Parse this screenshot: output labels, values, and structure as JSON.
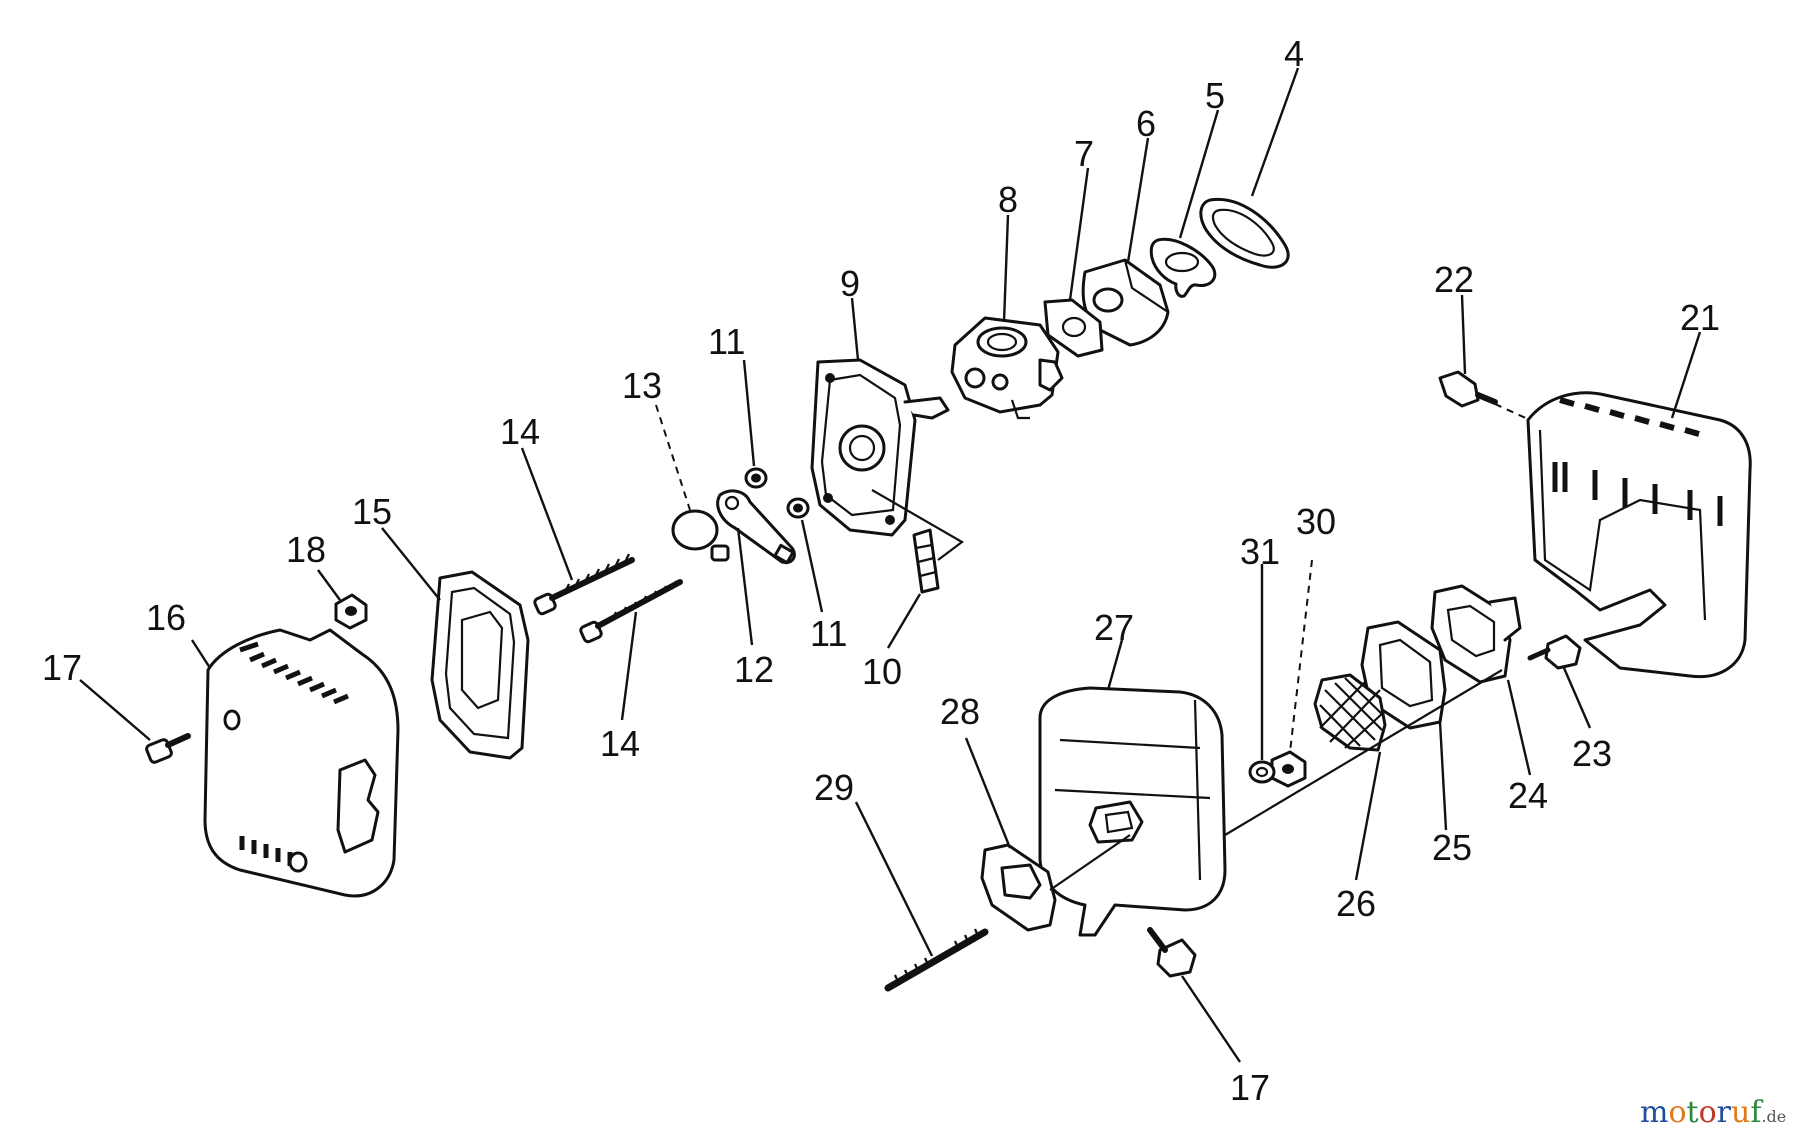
{
  "callouts": [
    {
      "id": "4",
      "text": "4"
    },
    {
      "id": "5",
      "text": "5"
    },
    {
      "id": "6",
      "text": "6"
    },
    {
      "id": "7",
      "text": "7"
    },
    {
      "id": "8",
      "text": "8"
    },
    {
      "id": "9",
      "text": "9"
    },
    {
      "id": "10",
      "text": "10"
    },
    {
      "id": "11a",
      "text": "11"
    },
    {
      "id": "11b",
      "text": "11"
    },
    {
      "id": "12",
      "text": "12"
    },
    {
      "id": "13",
      "text": "13"
    },
    {
      "id": "14a",
      "text": "14"
    },
    {
      "id": "14b",
      "text": "14"
    },
    {
      "id": "15",
      "text": "15"
    },
    {
      "id": "16",
      "text": "16"
    },
    {
      "id": "17a",
      "text": "17"
    },
    {
      "id": "17b",
      "text": "17"
    },
    {
      "id": "18",
      "text": "18"
    },
    {
      "id": "21",
      "text": "21"
    },
    {
      "id": "22",
      "text": "22"
    },
    {
      "id": "23",
      "text": "23"
    },
    {
      "id": "24",
      "text": "24"
    },
    {
      "id": "25",
      "text": "25"
    },
    {
      "id": "26",
      "text": "26"
    },
    {
      "id": "27",
      "text": "27"
    },
    {
      "id": "28",
      "text": "28"
    },
    {
      "id": "29",
      "text": "29"
    },
    {
      "id": "30",
      "text": "30"
    },
    {
      "id": "31",
      "text": "31"
    }
  ],
  "watermark": {
    "letters": [
      "m",
      "o",
      "t",
      "o",
      "r",
      "u",
      "f"
    ],
    "suffix": ".de",
    "colors": [
      "#1f4e9c",
      "#e07b1a",
      "#2a8a3a",
      "#c0392b",
      "#1f4e9c",
      "#e07b1a",
      "#2a8a3a"
    ]
  }
}
